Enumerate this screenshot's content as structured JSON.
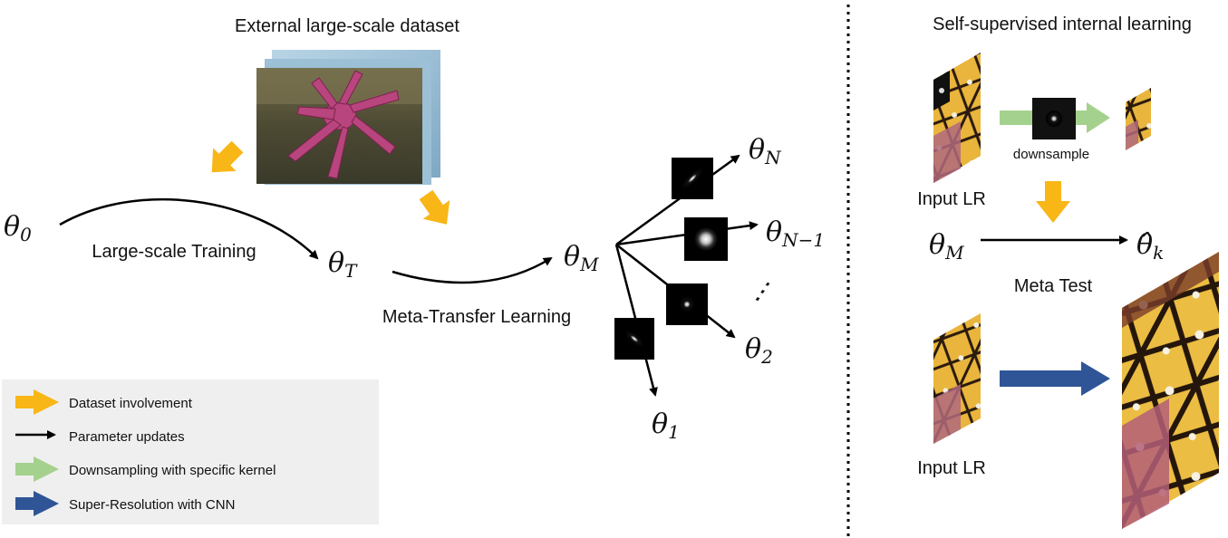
{
  "external_title": "External large-scale dataset",
  "internal_title": "Self-supervised internal learning",
  "theta_sym": "θ",
  "theta_hat_sym": "θ̂",
  "params": {
    "theta0_sub": "0",
    "thetaT_sub": "T",
    "thetaM_sub": "M",
    "thetaN_sub": "N",
    "thetaN1_sub": "N−1",
    "theta2_sub": "2",
    "theta1_sub": "1",
    "thetak_sub": "k"
  },
  "stages": {
    "large_scale": "Large-scale Training",
    "meta_transfer": "Meta-Transfer Learning",
    "meta_test": "Meta Test"
  },
  "ellipsis": "⋮",
  "right": {
    "input_lr_top": "Input LR",
    "downsample": "downsample",
    "input_lr_bottom": "Input LR"
  },
  "legend": [
    {
      "label": "Dataset involvement",
      "color": "#f8b617",
      "kind": "block-arrow"
    },
    {
      "label": "Parameter updates",
      "color": "#000000",
      "kind": "line-arrow"
    },
    {
      "label": "Downsampling with specific kernel",
      "color": "#a5d18e",
      "kind": "block-arrow"
    },
    {
      "label": "Super-Resolution with CNN",
      "color": "#2f5597",
      "kind": "block-arrow"
    }
  ],
  "colors": {
    "dataset": "#f8b617",
    "downsample": "#a5d18e",
    "sr": "#2f5597",
    "legend_bg": "#efefef"
  },
  "icons": {
    "image_stack": "starfish-photo-stack",
    "kernels": "gaussian-blur-kernel",
    "butterfly": "butterfly-image"
  }
}
